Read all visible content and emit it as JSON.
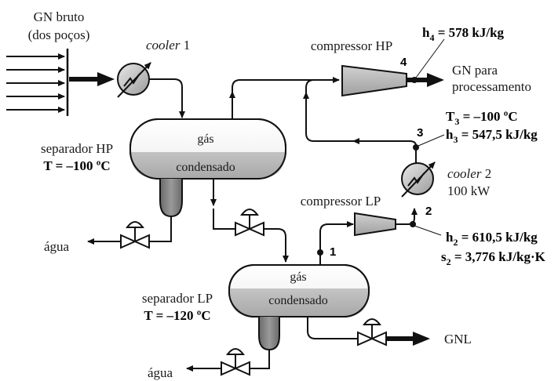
{
  "inlet": {
    "line1": "GN bruto",
    "line2": "(dos poços)"
  },
  "cooler1": {
    "italic": "cooler",
    "suffix": " 1"
  },
  "compressor_hp": {
    "label": "compressor HP"
  },
  "compressor_lp": {
    "label": "compressor LP"
  },
  "separator_hp": {
    "name": "separador HP",
    "temp": "T = –100 ºC",
    "gas": "gás",
    "liquid": "condensado"
  },
  "separator_lp": {
    "name": "separador LP",
    "temp": "T = –120 ºC",
    "gas": "gás",
    "liquid": "condensado"
  },
  "outputs": {
    "water_hp": "água",
    "water_lp": "água",
    "gnl": "GNL",
    "gn_line1": "GN para",
    "gn_line2": "processamento"
  },
  "cooler2": {
    "italic": "cooler",
    "suffix": " 2",
    "power": "100 kW"
  },
  "states": {
    "s1": {
      "num": "1"
    },
    "s2": {
      "num": "2",
      "h_sym": "h",
      "h_sub": "2",
      "h_val": " = 610,5 kJ/kg",
      "s_sym": "s",
      "s_sub": "2",
      "s_val": " = 3,776 kJ/kg·K"
    },
    "s3": {
      "num": "3",
      "T_sym": "T",
      "T_sub": "3",
      "T_val": " = –100 ºC",
      "h_sym": "h",
      "h_sub": "3",
      "h_val": " = 547,5 kJ/kg"
    },
    "s4": {
      "num": "4",
      "h_sym": "h",
      "h_sub": "4",
      "h_val": " = 578 kJ/kg"
    }
  }
}
